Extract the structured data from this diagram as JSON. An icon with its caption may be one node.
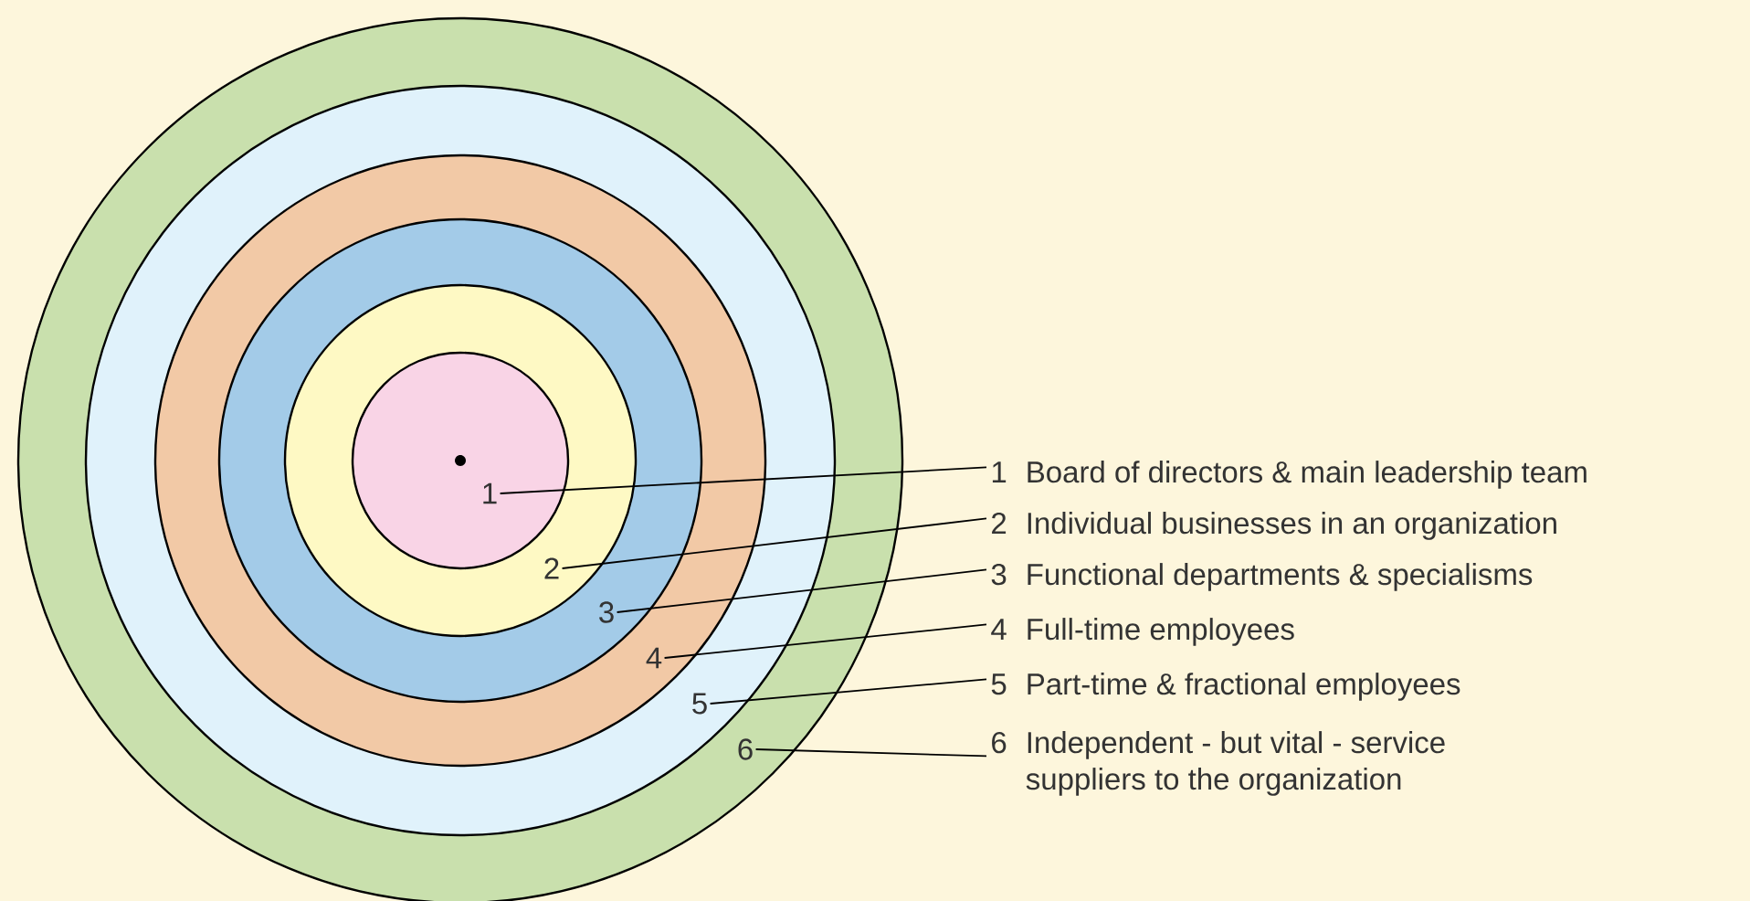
{
  "diagram": {
    "nodes": [
      {
        "text": [
          "6"
        ]
      },
      {
        "text": [
          "5"
        ],
        "in": 0
      },
      {
        "text": [
          "4"
        ],
        "in": 1
      },
      {
        "text": [
          "3"
        ],
        "in": 2
      },
      {
        "text": [
          "2"
        ],
        "in": 3
      },
      {
        "text": [
          "1"
        ],
        "in": 4
      },
      {
        "text": [
          "1",
          "Board of directors & main leadership team"
        ]
      },
      {
        "text": [
          "2",
          "Individual businesses in an organization"
        ]
      },
      {
        "text": [
          "3",
          "Functional departments & specialisms"
        ]
      },
      {
        "text": [
          "4",
          "Full-time employees"
        ]
      },
      {
        "text": [
          "5",
          "Part-time & fractional employees"
        ]
      },
      {
        "text": [
          "6",
          "Independent - but vital - service suppliers to the organization"
        ]
      }
    ],
    "edges": [
      {
        "from": 5,
        "to": 6,
        "arrow": "none"
      },
      {
        "from": 4,
        "to": 7,
        "arrow": "none"
      },
      {
        "from": 3,
        "to": 8,
        "arrow": "none"
      },
      {
        "from": 2,
        "to": 9,
        "arrow": "none"
      },
      {
        "from": 1,
        "to": 10,
        "arrow": "none"
      },
      {
        "from": 0,
        "to": 11,
        "arrow": "none"
      }
    ]
  }
}
